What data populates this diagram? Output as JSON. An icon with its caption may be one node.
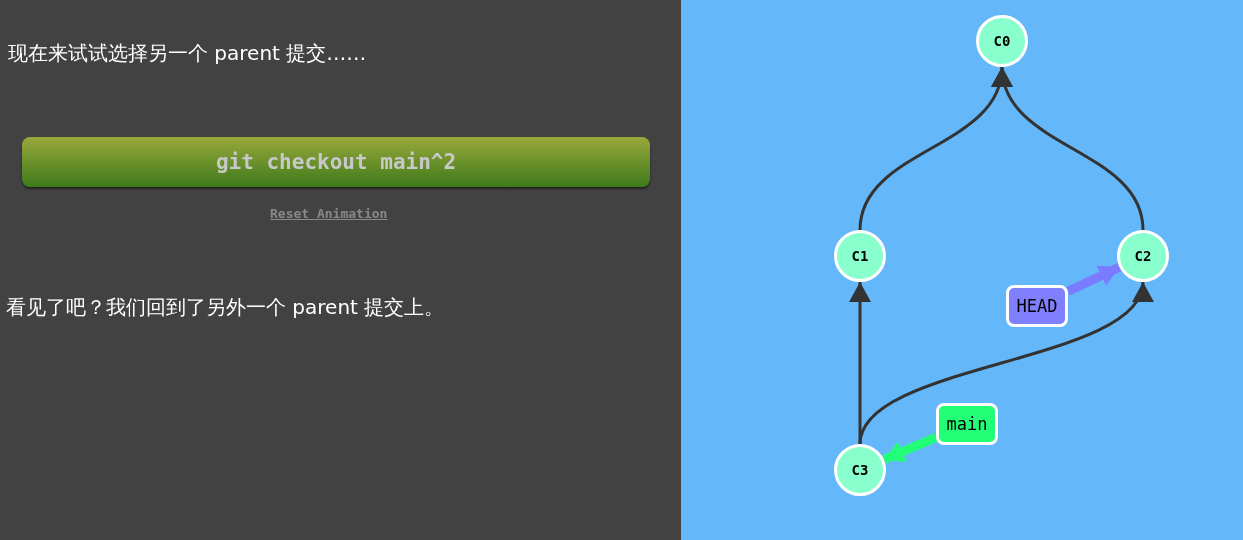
{
  "diagram": {
    "nodes": [
      {
        "text": [
          "C0"
        ]
      },
      {
        "text": [
          "C1"
        ]
      },
      {
        "text": [
          "C2"
        ]
      },
      {
        "text": [
          "C3"
        ]
      },
      {
        "text": [
          "HEAD"
        ]
      },
      {
        "text": [
          "main"
        ]
      }
    ],
    "edges": [
      {
        "from": 1,
        "to": 0,
        "arrow": "to"
      },
      {
        "from": 2,
        "to": 0,
        "arrow": "to"
      },
      {
        "from": 3,
        "to": 1,
        "arrow": "to"
      },
      {
        "from": 3,
        "to": 2,
        "arrow": "to"
      },
      {
        "from": 4,
        "to": 2,
        "arrow": "to",
        "style": "thick",
        "color": "#7b7bff"
      },
      {
        "from": 5,
        "to": 3,
        "arrow": "to",
        "style": "thick",
        "color": "#22ff77"
      }
    ],
    "labels": [
      "现在来试试选择另一个 parent 提交……",
      "git checkout main^2",
      "Reset Animation",
      "看见了吧？我们回到了另外一个 parent 提交上。"
    ]
  }
}
